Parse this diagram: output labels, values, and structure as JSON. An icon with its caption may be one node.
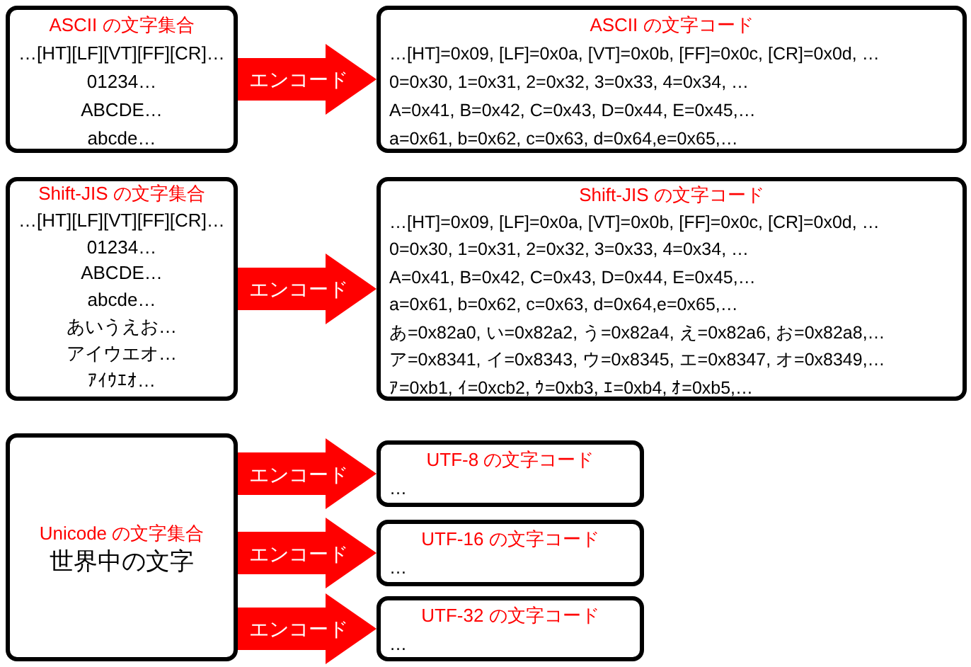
{
  "diagram": {
    "nodes": [
      {
        "text": [
          "ASCII の文字集合",
          "…[HT][LF][VT][FF][CR]…",
          "01234…",
          "ABCDE…",
          "abcde…"
        ]
      },
      {
        "text": [
          "ASCII の文字コード",
          "…[HT]=0x09, [LF]=0x0a, [VT]=0x0b, [FF]=0x0c, [CR]=0x0d, …",
          "0=0x30, 1=0x31, 2=0x32, 3=0x33, 4=0x34, …",
          "A=0x41, B=0x42, C=0x43, D=0x44, E=0x45,…",
          "a=0x61, b=0x62, c=0x63, d=0x64,e=0x65,…"
        ]
      },
      {
        "text": [
          "Shift-JIS の文字集合",
          "…[HT][LF][VT][FF][CR]…",
          "01234…",
          "ABCDE…",
          "abcde…",
          "あいうえお…",
          "アイウエオ…",
          "ｱｲｳｴｵ…"
        ]
      },
      {
        "text": [
          "Shift-JIS の文字コード",
          "…[HT]=0x09, [LF]=0x0a, [VT]=0x0b, [FF]=0x0c, [CR]=0x0d, …",
          "0=0x30, 1=0x31, 2=0x32, 3=0x33, 4=0x34, …",
          "A=0x41, B=0x42, C=0x43, D=0x44, E=0x45,…",
          "a=0x61, b=0x62, c=0x63, d=0x64,e=0x65,…",
          "あ=0x82a0, い=0x82a2, う=0x82a4, え=0x82a6, お=0x82a8,…",
          "ア=0x8341, イ=0x8343, ウ=0x8345, エ=0x8347, オ=0x8349,…",
          "ｱ=0xb1, ｲ=0xcb2, ｳ=0xb3, ｴ=0xb4, ｵ=0xb5,…"
        ]
      },
      {
        "text": [
          "Unicode の文字集合",
          "世界中の文字"
        ]
      },
      {
        "text": [
          "UTF-8 の文字コード",
          "…"
        ]
      },
      {
        "text": [
          "UTF-16 の文字コード",
          "…"
        ]
      },
      {
        "text": [
          "UTF-32 の文字コード",
          "…"
        ]
      }
    ],
    "edges": [
      {
        "from": 0,
        "to": 1,
        "arrow": "to",
        "label": "エンコード",
        "style": "thick"
      },
      {
        "from": 2,
        "to": 3,
        "arrow": "to",
        "label": "エンコード",
        "style": "thick"
      },
      {
        "from": 4,
        "to": 5,
        "arrow": "to",
        "label": "エンコード",
        "style": "thick"
      },
      {
        "from": 4,
        "to": 6,
        "arrow": "to",
        "label": "エンコード",
        "style": "thick"
      },
      {
        "from": 4,
        "to": 7,
        "arrow": "to",
        "label": "エンコード",
        "style": "thick"
      }
    ]
  }
}
